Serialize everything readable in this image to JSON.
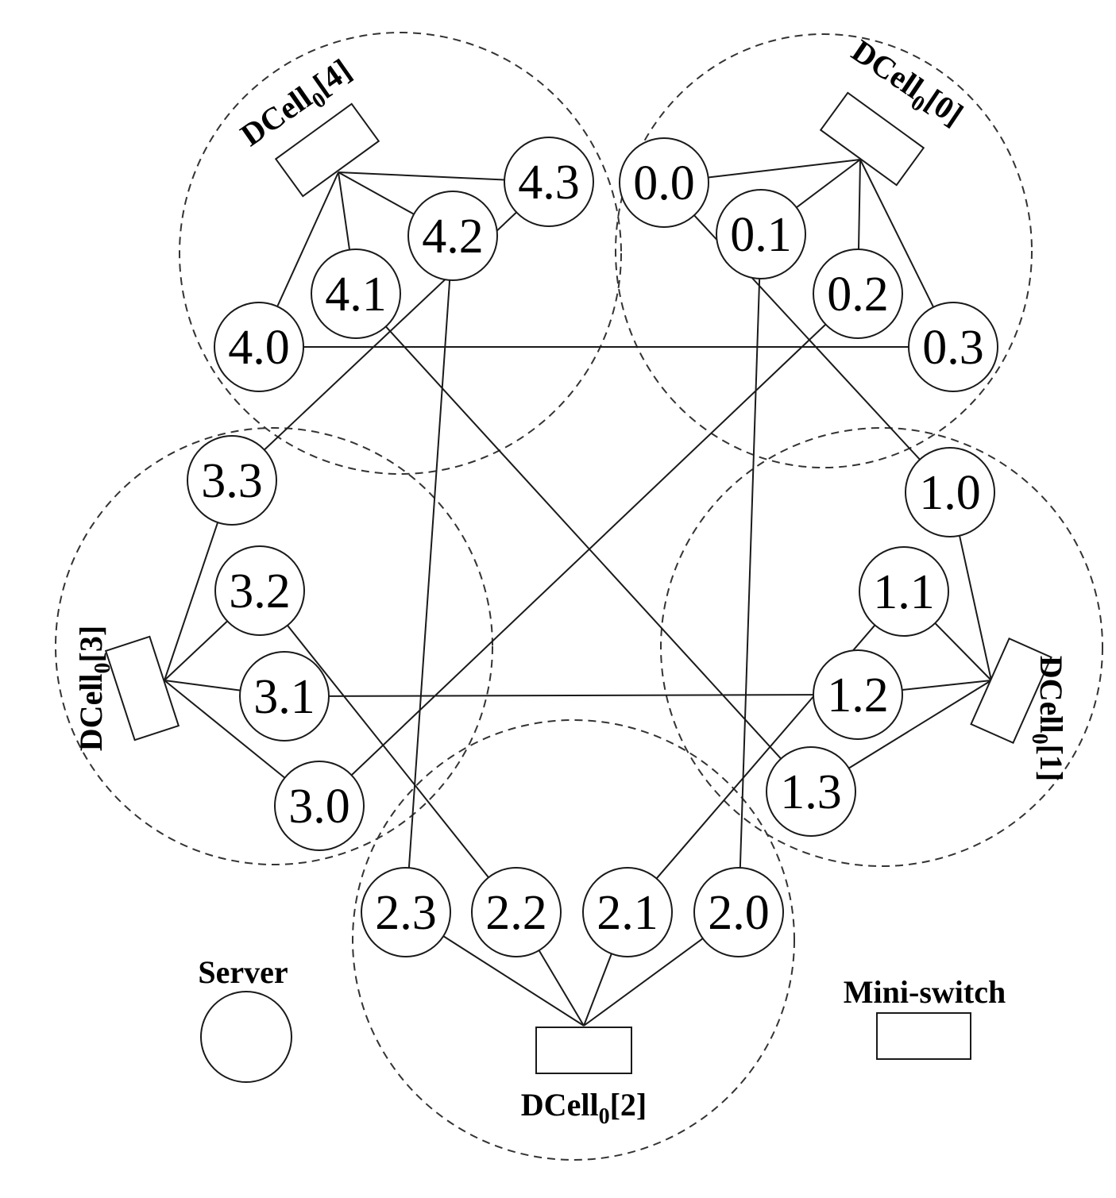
{
  "diagram": {
    "cells": [
      {
        "id": 0,
        "name": "DCell",
        "sub": "0",
        "index": "[0]",
        "servers": [
          "0.0",
          "0.1",
          "0.2",
          "0.3"
        ]
      },
      {
        "id": 1,
        "name": "DCell",
        "sub": "0",
        "index": "[1]",
        "servers": [
          "1.0",
          "1.1",
          "1.2",
          "1.3"
        ]
      },
      {
        "id": 2,
        "name": "DCell",
        "sub": "0",
        "index": "[2]",
        "servers": [
          "2.0",
          "2.1",
          "2.2",
          "2.3"
        ]
      },
      {
        "id": 3,
        "name": "DCell",
        "sub": "0",
        "index": "[3]",
        "servers": [
          "3.0",
          "3.1",
          "3.2",
          "3.3"
        ]
      },
      {
        "id": 4,
        "name": "DCell",
        "sub": "0",
        "index": "[4]",
        "servers": [
          "4.0",
          "4.1",
          "4.2",
          "4.3"
        ]
      }
    ],
    "inter_cell_links": [
      [
        "0.0",
        "1.0"
      ],
      [
        "0.1",
        "2.0"
      ],
      [
        "0.2",
        "3.0"
      ],
      [
        "0.3",
        "4.0"
      ],
      [
        "1.1",
        "2.1"
      ],
      [
        "1.2",
        "3.1"
      ],
      [
        "1.3",
        "4.1"
      ],
      [
        "2.2",
        "3.2"
      ],
      [
        "2.3",
        "4.2"
      ],
      [
        "3.3",
        "4.3"
      ]
    ]
  },
  "legend": {
    "server_label": "Server",
    "switch_label": "Mini-switch"
  }
}
